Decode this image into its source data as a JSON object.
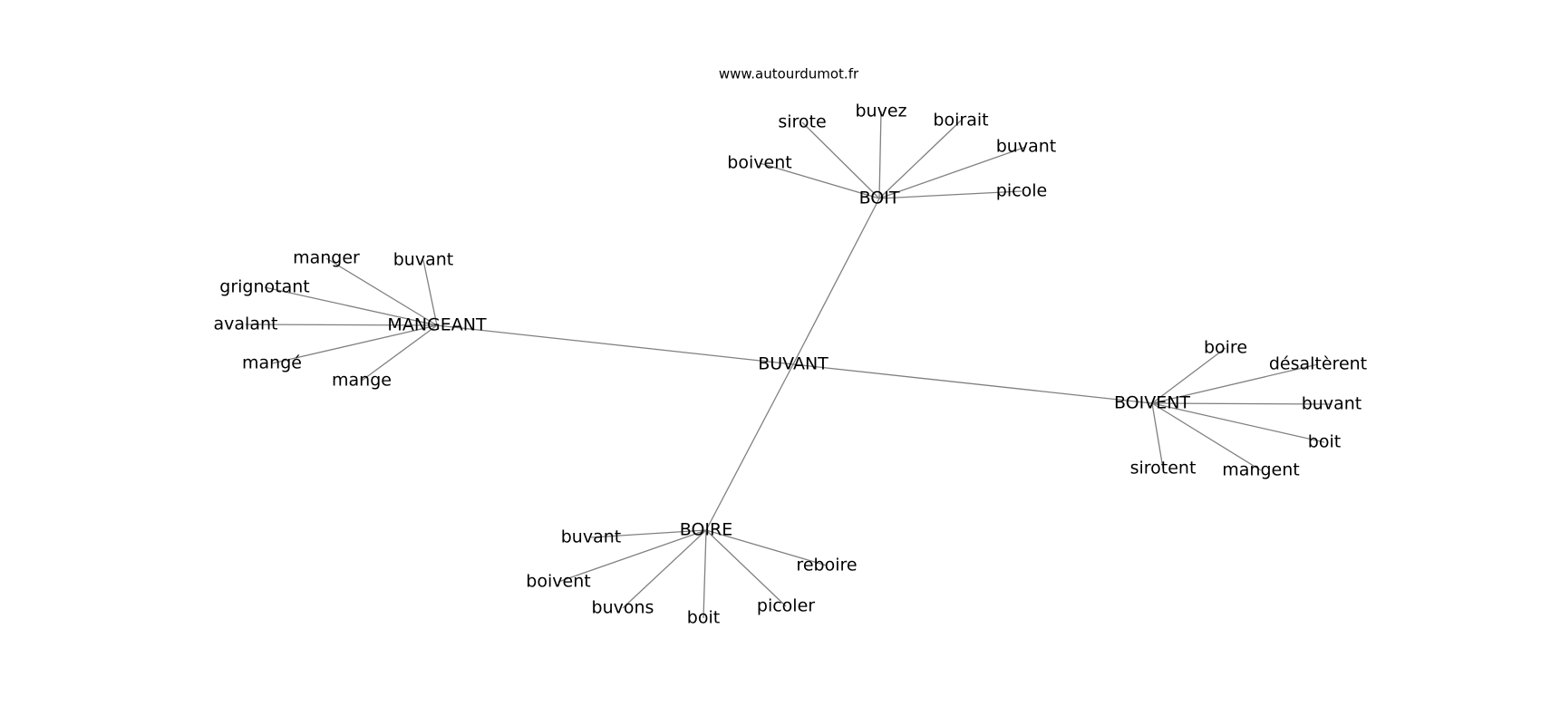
{
  "site": "www.autourdumot.fr",
  "center": "BUVANT",
  "hubs": [
    {
      "id": "boit",
      "label": "BOIT",
      "leaves": [
        {
          "id": "sirote",
          "label": "sirote"
        },
        {
          "id": "buvez",
          "label": "buvez"
        },
        {
          "id": "boirait",
          "label": "boirait"
        },
        {
          "id": "buvant",
          "label": "buvant"
        },
        {
          "id": "boivent",
          "label": "boivent"
        },
        {
          "id": "picole",
          "label": "picole"
        }
      ]
    },
    {
      "id": "mangeant",
      "label": "MANGEANT",
      "leaves": [
        {
          "id": "manger",
          "label": "manger"
        },
        {
          "id": "buvant",
          "label": "buvant"
        },
        {
          "id": "grignotant",
          "label": "grignotant"
        },
        {
          "id": "avalant",
          "label": "avalant"
        },
        {
          "id": "mange-accent",
          "label": "mangé"
        },
        {
          "id": "mange",
          "label": "mange"
        }
      ]
    },
    {
      "id": "boivent",
      "label": "BOIVENT",
      "leaves": [
        {
          "id": "boire",
          "label": "boire"
        },
        {
          "id": "desalterent",
          "label": "désaltèrent"
        },
        {
          "id": "buvant",
          "label": "buvant"
        },
        {
          "id": "boit",
          "label": "boit"
        },
        {
          "id": "sirotent",
          "label": "sirotent"
        },
        {
          "id": "mangent",
          "label": "mangent"
        }
      ]
    },
    {
      "id": "boire",
      "label": "BOIRE",
      "leaves": [
        {
          "id": "buvant",
          "label": "buvant"
        },
        {
          "id": "reboire",
          "label": "reboire"
        },
        {
          "id": "boivent",
          "label": "boivent"
        },
        {
          "id": "buvons",
          "label": "buvons"
        },
        {
          "id": "boit",
          "label": "boit"
        },
        {
          "id": "picoler",
          "label": "picoler"
        }
      ]
    }
  ]
}
